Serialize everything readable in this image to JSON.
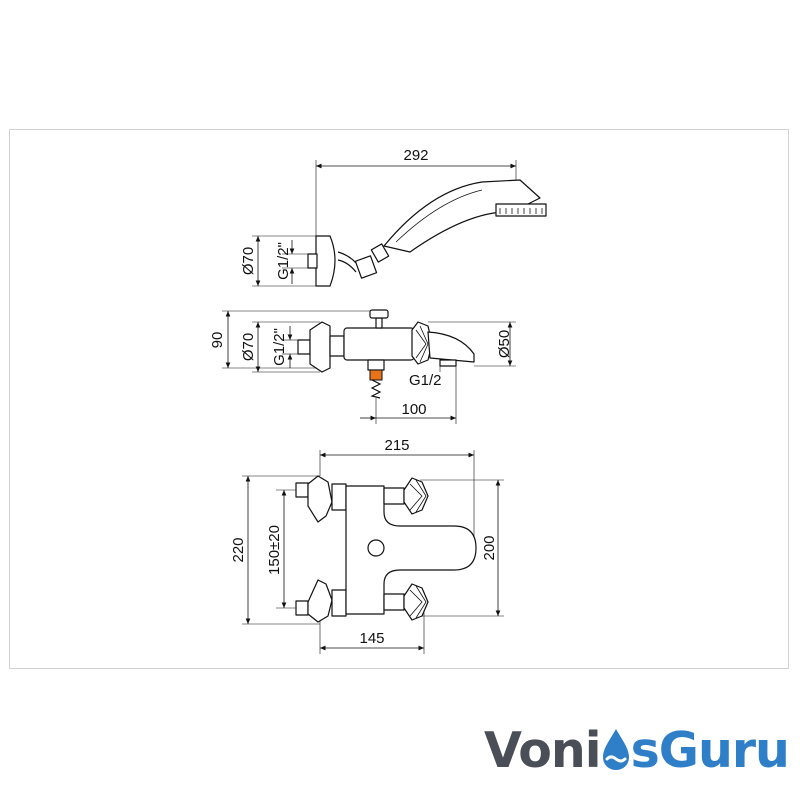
{
  "dimensions": {
    "overall_length": "292",
    "shower_flange_diameter": "Ø70",
    "shower_thread": "G1/2\"",
    "height": "90",
    "body_flange_diameter": "Ø70",
    "body_thread": "G1/2\"",
    "spout_diameter": "Ø50",
    "outlet_thread": "G1/2",
    "outlet_distance": "100",
    "width": "215",
    "depth": "220",
    "centers": "150±20",
    "handle_span": "200",
    "body_offset": "145"
  },
  "brand": {
    "part1": "Voni",
    "part2": "sGuru",
    "colors": {
      "dark": "#4a4e57",
      "blue": "#2f7fc8"
    }
  }
}
